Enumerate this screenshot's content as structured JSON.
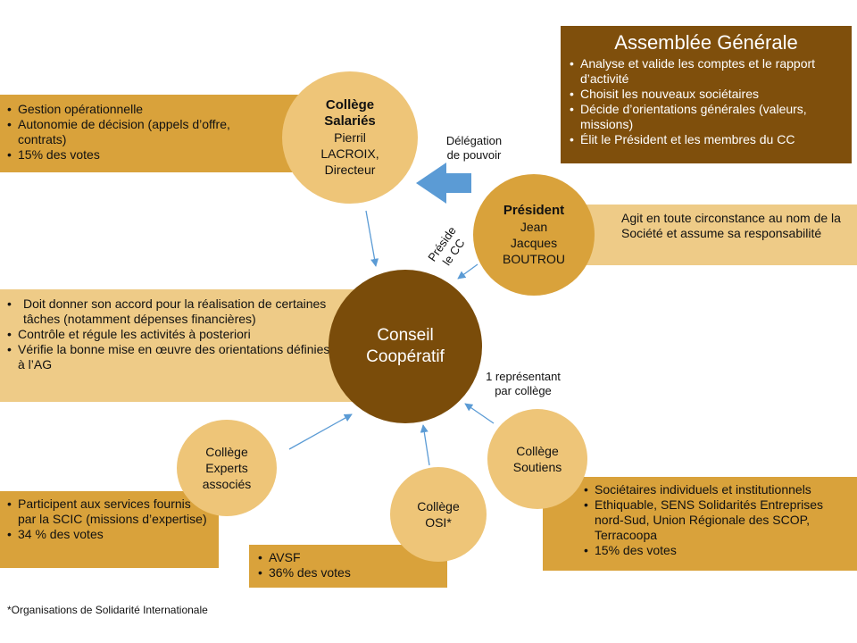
{
  "assemblee": {
    "title": "Assemblée Générale",
    "items": [
      "Analyse et valide les comptes et le rapport d’activité",
      "Choisit les nouveaux sociétaires",
      "Décide d’orientations générales (valeurs, missions)",
      "Élit le Président et les membres du CC"
    ]
  },
  "salaries_box": {
    "items": [
      "Gestion opérationnelle",
      "Autonomie de décision (appels d’offre, contrats)",
      "15% des votes"
    ]
  },
  "salaries_circle": {
    "title_line1": "Collège",
    "title_line2": "Salariés",
    "line1": "Pierril",
    "line2": "LACROIX,",
    "line3": "Directeur"
  },
  "delegation": {
    "line1": "Délégation",
    "line2": "de pouvoir"
  },
  "president_circle": {
    "title": "Président",
    "line1": "Jean",
    "line2": "Jacques",
    "line3": "BOUTROU"
  },
  "president_box": {
    "text": "Agit en toute circonstance au nom de la Société et assume sa responsabilité"
  },
  "preside": {
    "line1": "Préside",
    "line2": "le CC"
  },
  "conseil_box": {
    "items": [
      "Doit donner son accord pour la réalisation de certaines tâches (notamment dépenses financières)",
      "Contrôle et régule les activités à posteriori",
      "Vérifie la bonne mise en œuvre des orientations définies à l’AG"
    ]
  },
  "conseil_circle": {
    "line1": "Conseil",
    "line2": "Coopératif"
  },
  "representant": {
    "line1": "1 représentant",
    "line2": "par collège"
  },
  "experts_circle": {
    "line1": "Collège",
    "line2": "Experts",
    "line3": "associés"
  },
  "experts_box": {
    "items": [
      "Participent aux services fournis par la SCIC (missions d’expertise)",
      "34 % des votes"
    ]
  },
  "osi_circle": {
    "line1": "Collège",
    "line2": "OSI*"
  },
  "osi_box": {
    "items": [
      "AVSF",
      "36% des votes"
    ]
  },
  "soutiens_circle": {
    "line1": "Collège",
    "line2": "Soutiens"
  },
  "soutiens_box": {
    "items": [
      "Sociétaires individuels et  institutionnels",
      "Ethiquable, SENS Solidarités Entreprises nord-Sud, Union Régionale des SCOP, Terracoopa",
      "15% des votes"
    ]
  },
  "footnote": "*Organisations  de Solidarité Internationale",
  "colors": {
    "dark_brown": "#7a4c0a",
    "gold": "#d9a23b",
    "light_gold": "#eecb87",
    "arrow_blue": "#5b9bd5"
  }
}
